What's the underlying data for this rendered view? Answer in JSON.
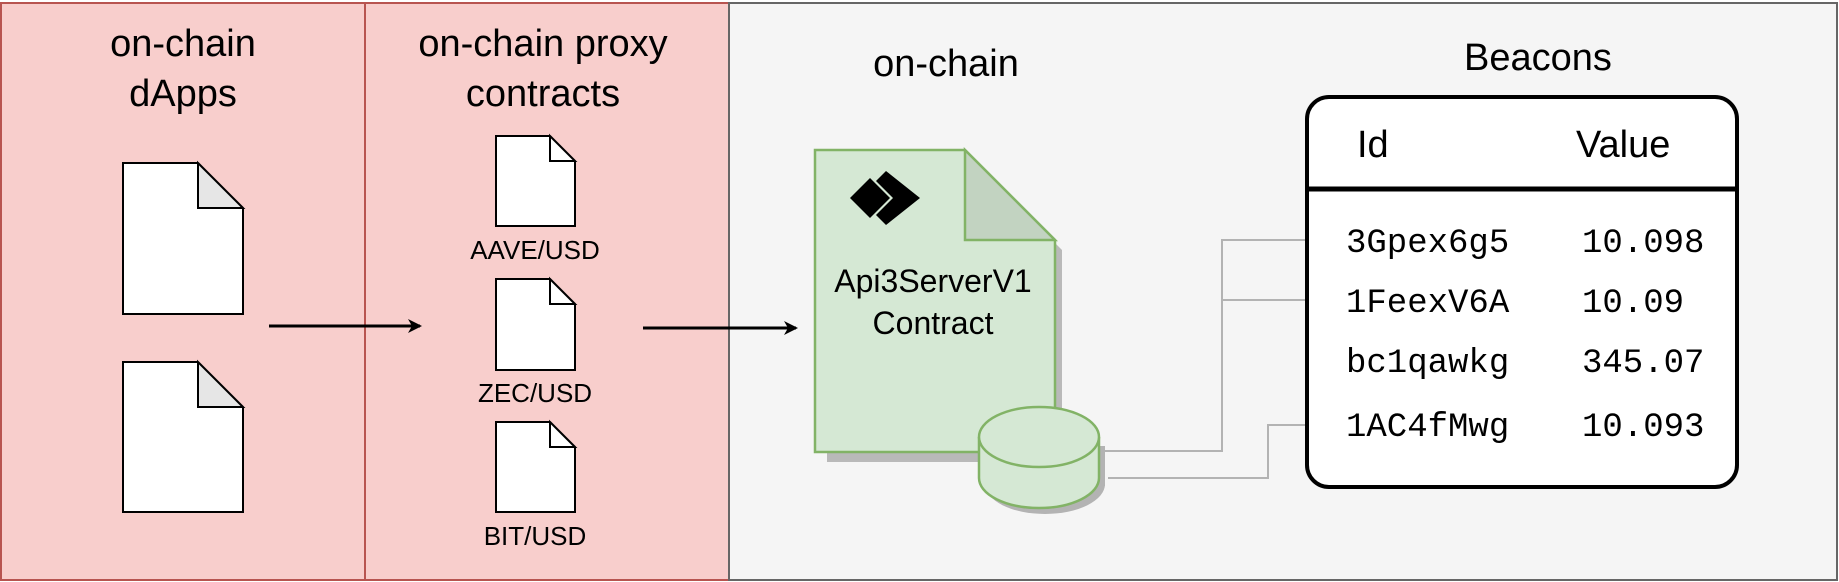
{
  "panels": {
    "dapps": {
      "title_line1": "on-chain",
      "title_line2": "dApps",
      "fill": "#f8cecc",
      "stroke": "#b85450"
    },
    "proxies": {
      "title_line1": "on-chain proxy",
      "title_line2": "contracts",
      "fill": "#f8cecc",
      "stroke": "#b85450",
      "items": [
        "AAVE/USD",
        "ZEC/USD",
        "BIT/USD"
      ]
    },
    "onchain": {
      "title": "on-chain",
      "fill": "#f5f5f5",
      "stroke": "#666666"
    }
  },
  "contract": {
    "name_line1": "Api3ServerV1",
    "name_line2": "Contract",
    "fill": "#d5e8d4",
    "stroke": "#82b366",
    "logo_icon": "api3-logo-icon",
    "storage_icon": "database-cylinder-icon"
  },
  "beacons": {
    "title": "Beacons",
    "col_id": "Id",
    "col_value": "Value",
    "rows": [
      {
        "id": "3Gpex6g5",
        "value": "10.098"
      },
      {
        "id": "1FeexV6A",
        "value": "10.09"
      },
      {
        "id": "bc1qawkg",
        "value": "345.07"
      },
      {
        "id": "1AC4fMwg",
        "value": "10.093"
      }
    ]
  },
  "colors": {
    "connector": "#b3b3b3",
    "arrow": "#000000"
  }
}
